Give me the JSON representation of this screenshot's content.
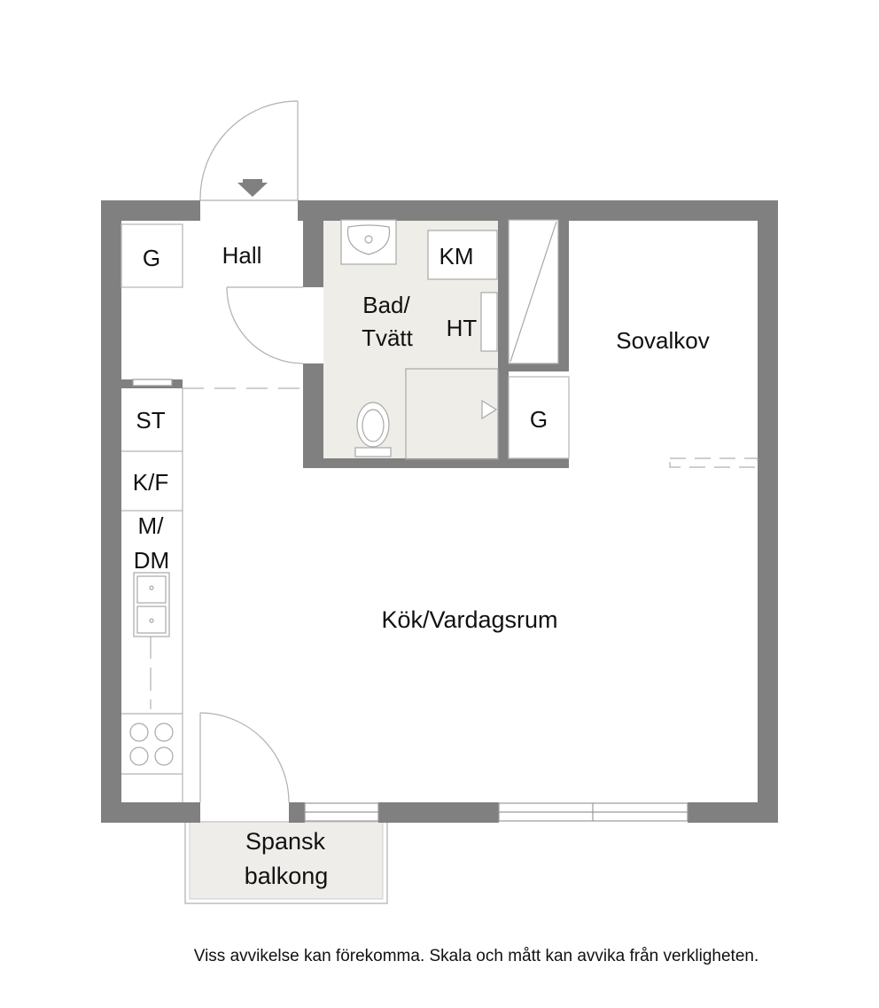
{
  "rooms": {
    "hall": "Hall",
    "hall_closet": "G",
    "bathroom_line1": "Bad/",
    "bathroom_line2": "Tvätt",
    "washing_machine": "KM",
    "dryer": "HT",
    "bedroom_alcove": "Sovalkov",
    "bedroom_closet": "G",
    "storage": "ST",
    "fridge_freezer": "K/F",
    "microwave_line1": "M/",
    "microwave_line2": "DM",
    "kitchen_living": "Kök/Vardagsrum",
    "balcony_line1": "Spansk",
    "balcony_line2": "balkong"
  },
  "disclaimer": "Viss avvikelse kan förekomma. Skala och mått kan avvika från verkligheten.",
  "colors": {
    "wall": "#808080",
    "bathroom_floor": "#eeede8",
    "balcony_floor": "#efedea",
    "fixture_line": "#a8a8a8"
  }
}
